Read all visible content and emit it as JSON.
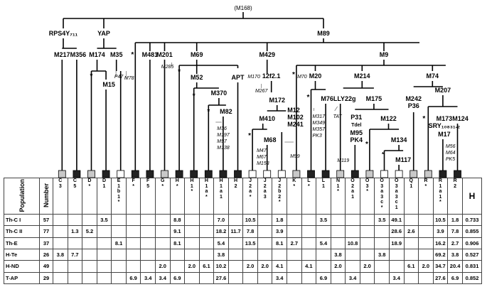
{
  "tree": {
    "root": "(M168)",
    "nodes": {
      "rps4y": "RPS4Y₇₁₁",
      "yap": "YAP",
      "m89": "M89",
      "m217": "M217",
      "m356": "M356",
      "m174": "M174",
      "m35": "M35",
      "m15": "M15",
      "p47": "P47",
      "m78": "M78",
      "m481": "M481",
      "m201": "M201",
      "m285": "M285",
      "m69": "M69",
      "m52": "M52",
      "m370": "M370",
      "m82": "M82",
      "m82_sub": "M36\nM197\nM97\nM138",
      "apt": "APT",
      "m429": "M429",
      "m170": "M170",
      "12f21": "12f2.1",
      "m267": "M267",
      "m172": "M172",
      "m410": "M410",
      "m68": "M68",
      "m68_sub": "M47\nM67\nM158",
      "m12": "M12\nM102\nM241",
      "m99": "M99",
      "m9": "M9",
      "m70": "M70",
      "m20": "M20",
      "m317": "M317\nM349\nM357\nPK3",
      "m76": "M76",
      "m214": "M214",
      "lly22g": "LLY22g",
      "m175": "M175",
      "tat": "TAT",
      "p31": "P31",
      "tdel": "Tdel",
      "m95": "M95\nPK4",
      "m119": "M119",
      "m122": "M122",
      "m134": "M134",
      "m117": "M117",
      "m74": "M74",
      "m242": "M242\nP36",
      "m207": "M207",
      "m173": "M173",
      "sry": "SRY₁₀₈₃₁.₂",
      "m17": "M17",
      "m56": "M56\nM64\nPK5",
      "m124": "M124"
    },
    "star": "*"
  },
  "haplogroups": [
    {
      "label": "C\n3",
      "shade": "light"
    },
    {
      "label": "C\n5",
      "shade": "dark"
    },
    {
      "label": "D\n*",
      "shade": "light"
    },
    {
      "label": "D\n1",
      "shade": "dark"
    },
    {
      "label": "E\n1\nb\n1\n*",
      "shade": "white"
    },
    {
      "label": "F\n*",
      "shade": "dark"
    },
    {
      "label": "F\n5",
      "shade": "dark"
    },
    {
      "label": "G\n*",
      "shade": "light"
    },
    {
      "label": "H\n*",
      "shade": "dark"
    },
    {
      "label": "H\n1\n*",
      "shade": "dark"
    },
    {
      "label": "H\n1\na\n*",
      "shade": "dark"
    },
    {
      "label": "H\n1\na\n1",
      "shade": "dark"
    },
    {
      "label": "H\n2",
      "shade": "dark"
    },
    {
      "label": "J\n2\na\n*",
      "shade": "white"
    },
    {
      "label": "J\n2\na\n3",
      "shade": "white"
    },
    {
      "label": "J\n2\nb\n2\n*",
      "shade": "white"
    },
    {
      "label": "K\n*",
      "shade": "light"
    },
    {
      "label": "L\n*",
      "shade": "dark"
    },
    {
      "label": "L\n1",
      "shade": "dark"
    },
    {
      "label": "N\n1\n*",
      "shade": "light"
    },
    {
      "label": "O\n2\na\n1",
      "shade": "dark"
    },
    {
      "label": "O\n3\n*",
      "shade": "light"
    },
    {
      "label": "O\n3\na\n3\nc\n*",
      "shade": "white"
    },
    {
      "label": "O\n3\na\n3\nc\n1",
      "shade": "white"
    },
    {
      "label": "Q\n1",
      "shade": "light"
    },
    {
      "label": "R\n*",
      "shade": "light"
    },
    {
      "label": "R\n1\na\n1\n*",
      "shade": "dark"
    },
    {
      "label": "R\n2",
      "shade": "dark"
    }
  ],
  "table": {
    "population_header": "Population",
    "number_header": "Number",
    "h_header": "H",
    "rows": [
      {
        "pop": "Th-C I",
        "n": "57",
        "vals": [
          "",
          "",
          "",
          "3.5",
          "",
          "",
          "",
          "",
          "8.8",
          "",
          "",
          "7.0",
          "",
          "10.5",
          "",
          "1.8",
          "",
          "",
          "3.5",
          "",
          "",
          "",
          "3.5",
          "49.1",
          "",
          "",
          "10.5",
          "1.8"
        ],
        "h": "0.733"
      },
      {
        "pop": "Th-C II",
        "n": "77",
        "vals": [
          "",
          "1.3",
          "5.2",
          "",
          "",
          "",
          "",
          "",
          "9.1",
          "",
          "",
          "18.2",
          "11.7",
          "7.8",
          "",
          "3.9",
          "",
          "",
          "",
          "",
          "",
          "",
          "",
          "28.6",
          "2.6",
          "",
          "3.9",
          "7.8"
        ],
        "h": "0.855"
      },
      {
        "pop": "Th-E",
        "n": "37",
        "vals": [
          "",
          "",
          "",
          "",
          "8.1",
          "",
          "",
          "",
          "8.1",
          "",
          "",
          "5.4",
          "",
          "13.5",
          "",
          "8.1",
          "2.7",
          "",
          "5.4",
          "",
          "10.8",
          "",
          "",
          "18.9",
          "",
          "",
          "16.2",
          "2.7"
        ],
        "h": "0.906"
      },
      {
        "pop": "H-Te",
        "n": "26",
        "vals": [
          "3.8",
          "7.7",
          "",
          "",
          "",
          "",
          "",
          "",
          "",
          "",
          "",
          "3.8",
          "",
          "",
          "",
          "",
          "",
          "",
          "",
          "3.8",
          "",
          "",
          "3.8",
          "",
          "",
          "",
          "69.2",
          "3.8"
        ],
        "h": "0.527"
      },
      {
        "pop": "H-ND",
        "n": "49",
        "vals": [
          "",
          "",
          "",
          "",
          "",
          "",
          "",
          "2.0",
          "",
          "2.0",
          "6.1",
          "10.2",
          "",
          "2.0",
          "2.0",
          "4.1",
          "",
          "4.1",
          "",
          "2.0",
          "",
          "2.0",
          "",
          "",
          "6.1",
          "2.0",
          "34.7",
          "20.4"
        ],
        "h": "0.831"
      },
      {
        "pop": "T-AP",
        "n": "29",
        "vals": [
          "",
          "",
          "",
          "",
          "",
          "6.9",
          "3.4",
          "3.4",
          "6.9",
          "",
          "",
          "27.6",
          "",
          "",
          "",
          "3.4",
          "",
          "",
          "6.9",
          "",
          "3.4",
          "",
          "",
          "3.4",
          "",
          "",
          "27.6",
          "6.9"
        ],
        "h": "0.852"
      }
    ]
  },
  "colors": {
    "dark": "#222222",
    "light": "#c8c8c8",
    "white": "#ffffff",
    "line": "#000000",
    "thin": "#777777"
  }
}
